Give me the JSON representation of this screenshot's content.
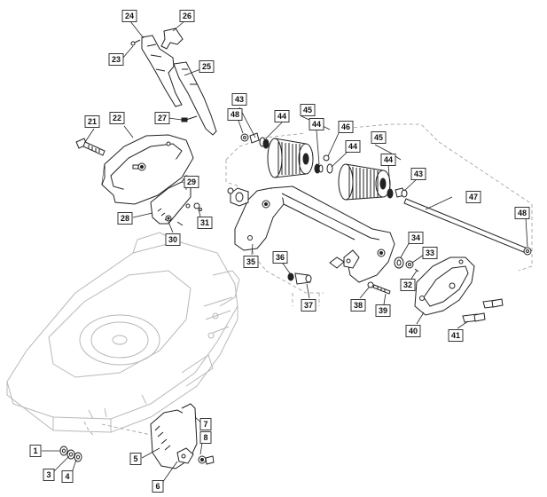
{
  "labels": [
    {
      "id": "1",
      "text": "1"
    },
    {
      "id": "3",
      "text": "3"
    },
    {
      "id": "4",
      "text": "4"
    },
    {
      "id": "5",
      "text": "5"
    },
    {
      "id": "6",
      "text": "6"
    },
    {
      "id": "7",
      "text": "7"
    },
    {
      "id": "8",
      "text": "8"
    },
    {
      "id": "21",
      "text": "21"
    },
    {
      "id": "22",
      "text": "22"
    },
    {
      "id": "23",
      "text": "23"
    },
    {
      "id": "24",
      "text": "24"
    },
    {
      "id": "25",
      "text": "25"
    },
    {
      "id": "26",
      "text": "26"
    },
    {
      "id": "27",
      "text": "27"
    },
    {
      "id": "28",
      "text": "28"
    },
    {
      "id": "29",
      "text": "29"
    },
    {
      "id": "30",
      "text": "30"
    },
    {
      "id": "31",
      "text": "31"
    },
    {
      "id": "32",
      "text": "32"
    },
    {
      "id": "33",
      "text": "33"
    },
    {
      "id": "34",
      "text": "34"
    },
    {
      "id": "35",
      "text": "35"
    },
    {
      "id": "36",
      "text": "36"
    },
    {
      "id": "37",
      "text": "37"
    },
    {
      "id": "38",
      "text": "38"
    },
    {
      "id": "39",
      "text": "39"
    },
    {
      "id": "40",
      "text": "40"
    },
    {
      "id": "41",
      "text": "41"
    },
    {
      "id": "43a",
      "text": "43"
    },
    {
      "id": "43b",
      "text": "43"
    },
    {
      "id": "44a",
      "text": "44"
    },
    {
      "id": "44b",
      "text": "44"
    },
    {
      "id": "44c",
      "text": "44"
    },
    {
      "id": "44d",
      "text": "44"
    },
    {
      "id": "45a",
      "text": "45"
    },
    {
      "id": "45b",
      "text": "45"
    },
    {
      "id": "46",
      "text": "46"
    },
    {
      "id": "47",
      "text": "47"
    },
    {
      "id": "48a",
      "text": "48"
    },
    {
      "id": "48b",
      "text": "48"
    }
  ]
}
